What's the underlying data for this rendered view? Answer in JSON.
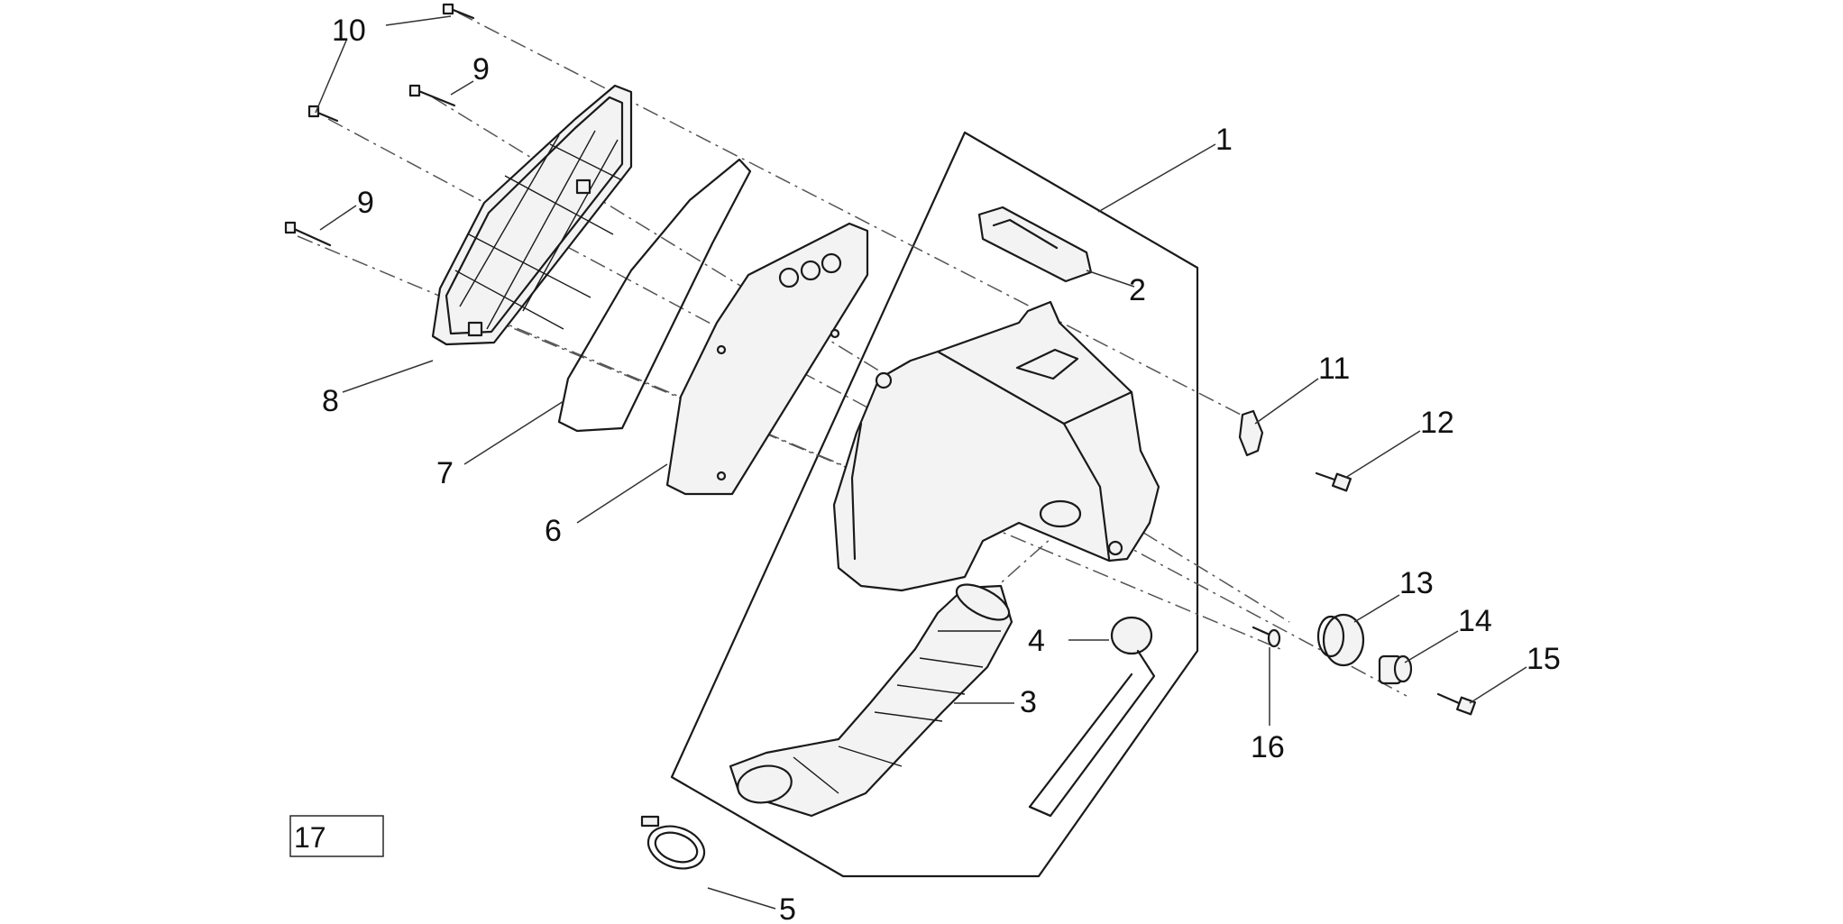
{
  "callouts": {
    "c1": "1",
    "c2": "2",
    "c3": "3",
    "c4": "4",
    "c5": "5",
    "c6": "6",
    "c7": "7",
    "c8": "8",
    "c9a": "9",
    "c9b": "9",
    "c10": "10",
    "c11": "11",
    "c12": "12",
    "c13": "13",
    "c14": "14",
    "c15": "15",
    "c16": "16"
  },
  "ref_box": {
    "label": "17"
  }
}
